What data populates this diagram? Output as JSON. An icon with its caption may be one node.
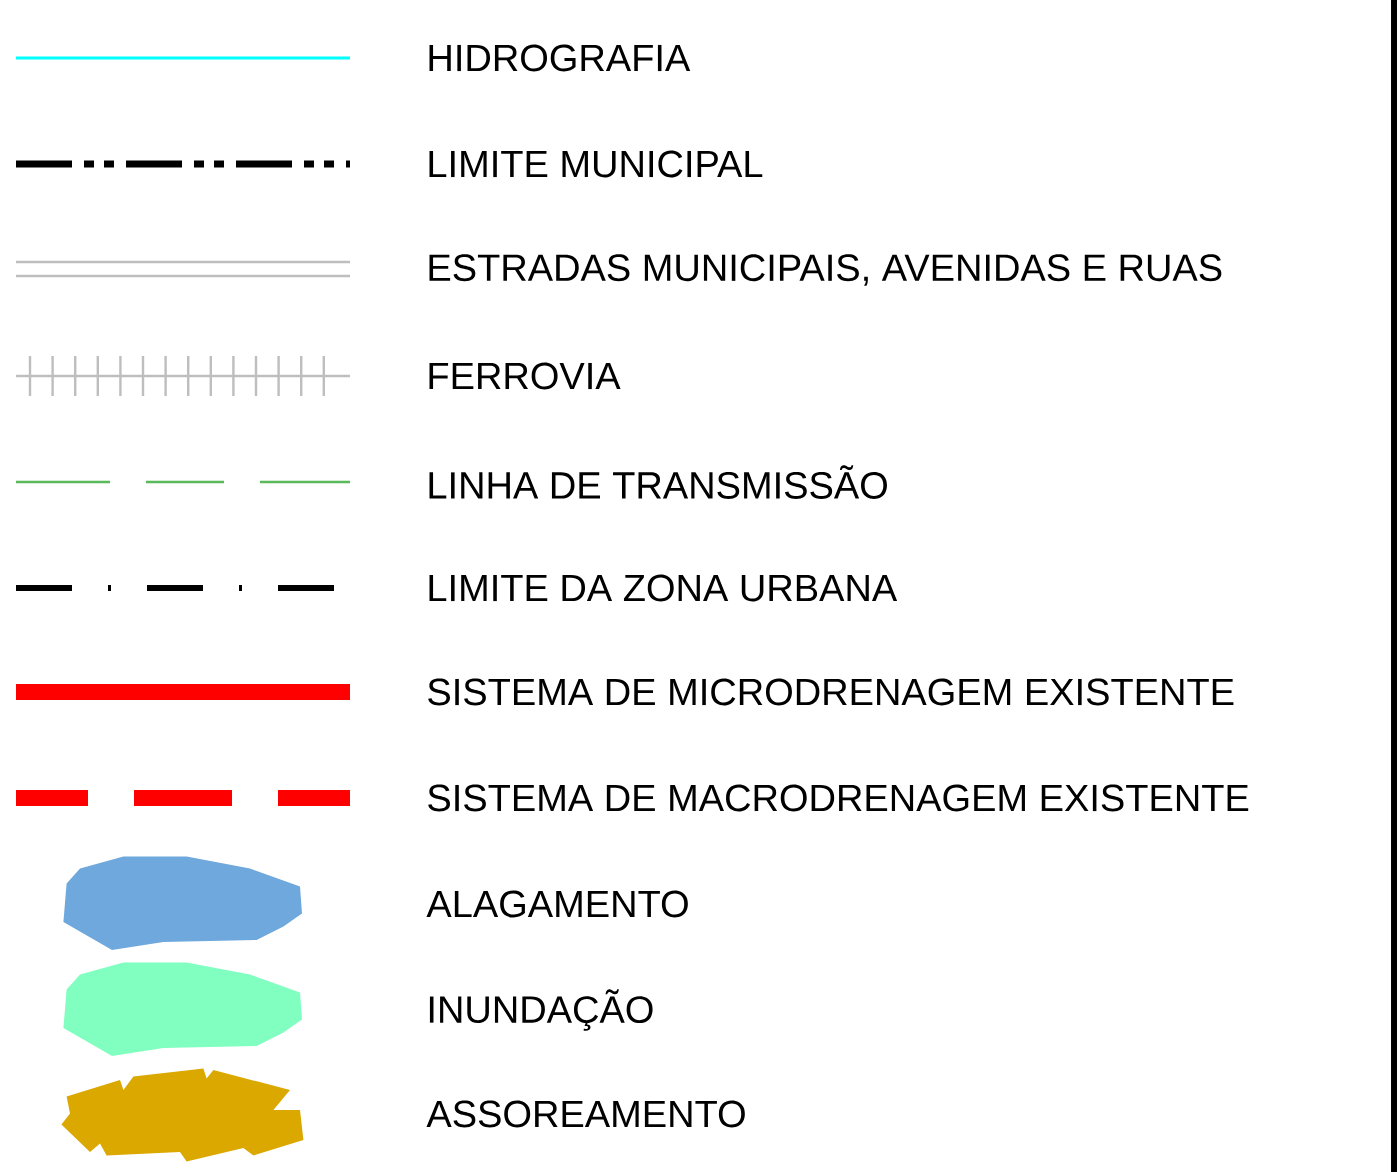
{
  "diagram": {
    "legend": [
      {
        "text": "HIDROGRAFIA"
      },
      {
        "text": "LIMITE MUNICIPAL"
      },
      {
        "text": "ESTRADAS MUNICIPAIS, AVENIDAS E RUAS"
      },
      {
        "text": "FERROVIA"
      },
      {
        "text": "LINHA DE TRANSMISSÃO"
      },
      {
        "text": "LIMITE DA ZONA URBANA"
      },
      {
        "text": "SISTEMA DE MICRODRENAGEM EXISTENTE"
      },
      {
        "text": "SISTEMA DE MACRODRENAGEM EXISTENTE"
      },
      {
        "text": "ALAGAMENTO",
        "color": "#6fa8dc"
      },
      {
        "text": "INUNDAÇÃO",
        "color": "#80ffc0"
      },
      {
        "text": "ASSOREAMENTO",
        "color": "#dba800"
      }
    ]
  }
}
